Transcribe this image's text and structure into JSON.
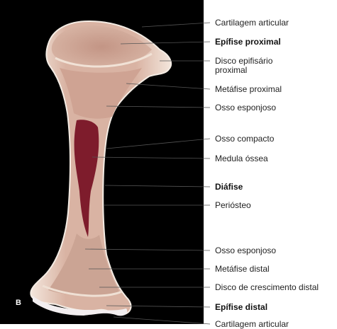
{
  "panel_letter": "B",
  "labels": [
    {
      "text": "Cartilagem articular",
      "bold": false
    },
    {
      "text": "Epífise proximal",
      "bold": true
    },
    {
      "text": "Disco epifisário proximal",
      "bold": false
    },
    {
      "text": "Metáfise proximal",
      "bold": false
    },
    {
      "text": "Osso esponjoso",
      "bold": false
    },
    {
      "text": "Osso compacto",
      "bold": false
    },
    {
      "text": "Medula óssea",
      "bold": false
    },
    {
      "text": "Diáfise",
      "bold": true
    },
    {
      "text": "Periósteo",
      "bold": false
    },
    {
      "text": "Osso esponjoso",
      "bold": false
    },
    {
      "text": "Metáfise distal",
      "bold": false
    },
    {
      "text": "Disco de crescimento distal",
      "bold": false
    },
    {
      "text": "Epífise distal",
      "bold": true
    },
    {
      "text": "Cartilagem articular",
      "bold": false
    }
  ],
  "colors": {
    "background": "#000000",
    "bone_outer": "#e9d7c9",
    "bone_spongy": "#c9a08f",
    "marrow": "#7a1a2a",
    "leader": "#555555"
  }
}
